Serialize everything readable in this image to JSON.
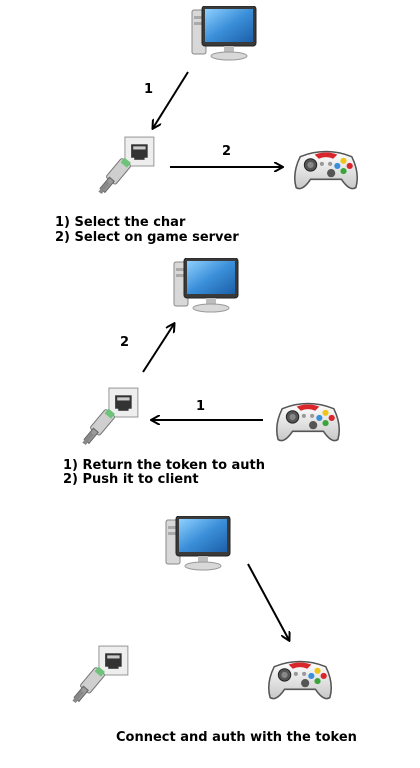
{
  "icons": {
    "computer": "computer-monitor-icon",
    "network": "ethernet-port-cable-icon",
    "gamepad": "game-controller-icon"
  },
  "panel1": {
    "arrow1_label": "1",
    "arrow2_label": "2",
    "caption_line1": "1) Select the char",
    "caption_line2": "2) Select on game server"
  },
  "panel2": {
    "arrow1_label": "1",
    "arrow2_label": "2",
    "caption_line1": "1) Return the token to auth",
    "caption_line2": "2) Push it to client"
  },
  "panel3": {
    "caption": "Connect and auth with the token"
  },
  "colors": {
    "monitor_screen": "#3b8fd9",
    "gamepad_body": "#e6e6e6",
    "gamepad_accent": "#d9262a"
  }
}
